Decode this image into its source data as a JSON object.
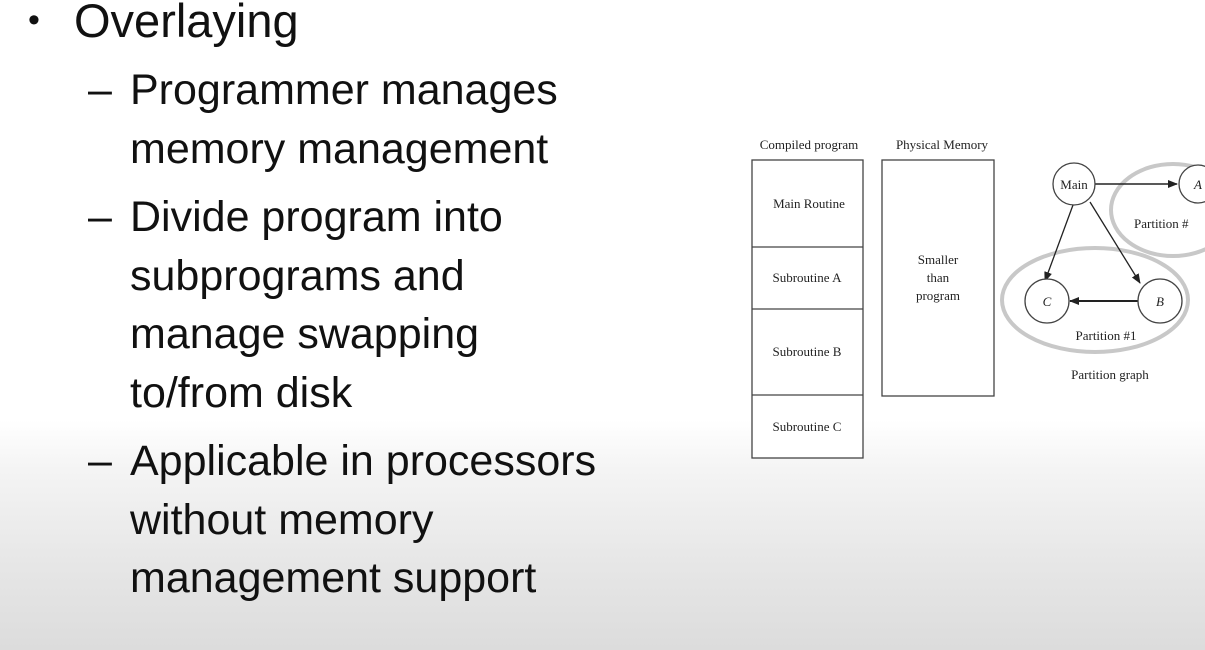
{
  "slide": {
    "bullet": "Overlaying",
    "sub_points": [
      "Programmer manages\nmemory management",
      "Divide program into\nsubprograms and\nmanage swapping\nto/from disk",
      "Applicable in processors\nwithout memory\nmanagement support"
    ]
  },
  "diagram": {
    "compiled_label": "Compiled program",
    "physical_label": "Physical Memory",
    "compiled_segments": [
      "Main Routine",
      "Subroutine A",
      "Subroutine B",
      "Subroutine C"
    ],
    "physical_text": [
      "Smaller",
      "than",
      "program"
    ],
    "nodes": {
      "main": "Main",
      "a": "A",
      "b": "B",
      "c": "C"
    },
    "partition_1": "Partition #1",
    "partition_2": "Partition #",
    "graph_caption": "Partition graph"
  }
}
